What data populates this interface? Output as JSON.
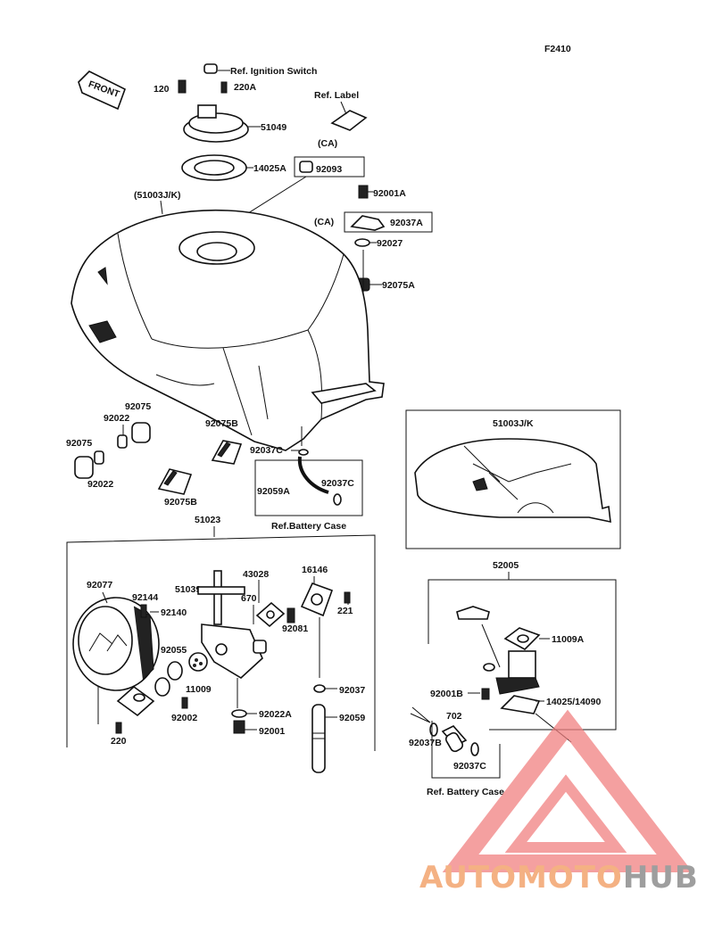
{
  "figure_code": "F2410",
  "front_arrow_label": "FRONT",
  "refs": {
    "ignition_switch": "Ref. Ignition Switch",
    "label": "Ref. Label",
    "battery_case_1": "Ref.Battery Case",
    "battery_case_2": "Ref. Battery Case"
  },
  "ca_tags": [
    "(CA)",
    "(CA)"
  ],
  "part_numbers": {
    "p120": "120",
    "p220A": "220A",
    "p51049": "51049",
    "p14025A": "14025A",
    "p92093": "92093",
    "p51003JK_main": "(51003J/K)",
    "p92001A": "92001A",
    "p92037A": "92037A",
    "p92027": "92027",
    "p92075A": "92075A",
    "p92075_a": "92075",
    "p92022_a": "92022",
    "p92075_b": "92075",
    "p92022_b": "92022",
    "p92075B_a": "92075B",
    "p92075B_b": "92075B",
    "p92037C_a": "92037C",
    "p92059A": "92059A",
    "p92037C_b": "92037C",
    "p51003JK_box": "51003J/K",
    "p51023": "51023",
    "p92077": "92077",
    "p92144": "92144",
    "p92140": "92140",
    "p51039": "51039",
    "p43028": "43028",
    "p16146": "16146",
    "p670": "670",
    "p221": "221",
    "p92081": "92081",
    "p92055": "92055",
    "p11009": "11009",
    "p92002": "92002",
    "p220": "220",
    "p92022A": "92022A",
    "p92001": "92001",
    "p92037": "92037",
    "p92059": "92059",
    "p52005": "52005",
    "p11009A": "11009A",
    "p92001B": "92001B",
    "p14025_14090": "14025/14090",
    "p702": "702",
    "p92037B": "92037B",
    "p92037C_c": "92037C"
  },
  "watermark": {
    "part1": "AUTOMOTO",
    "part2": "HUB",
    "color1": "#f4b183",
    "color2": "#9e9e9e",
    "triangle_color": "#f08080"
  }
}
